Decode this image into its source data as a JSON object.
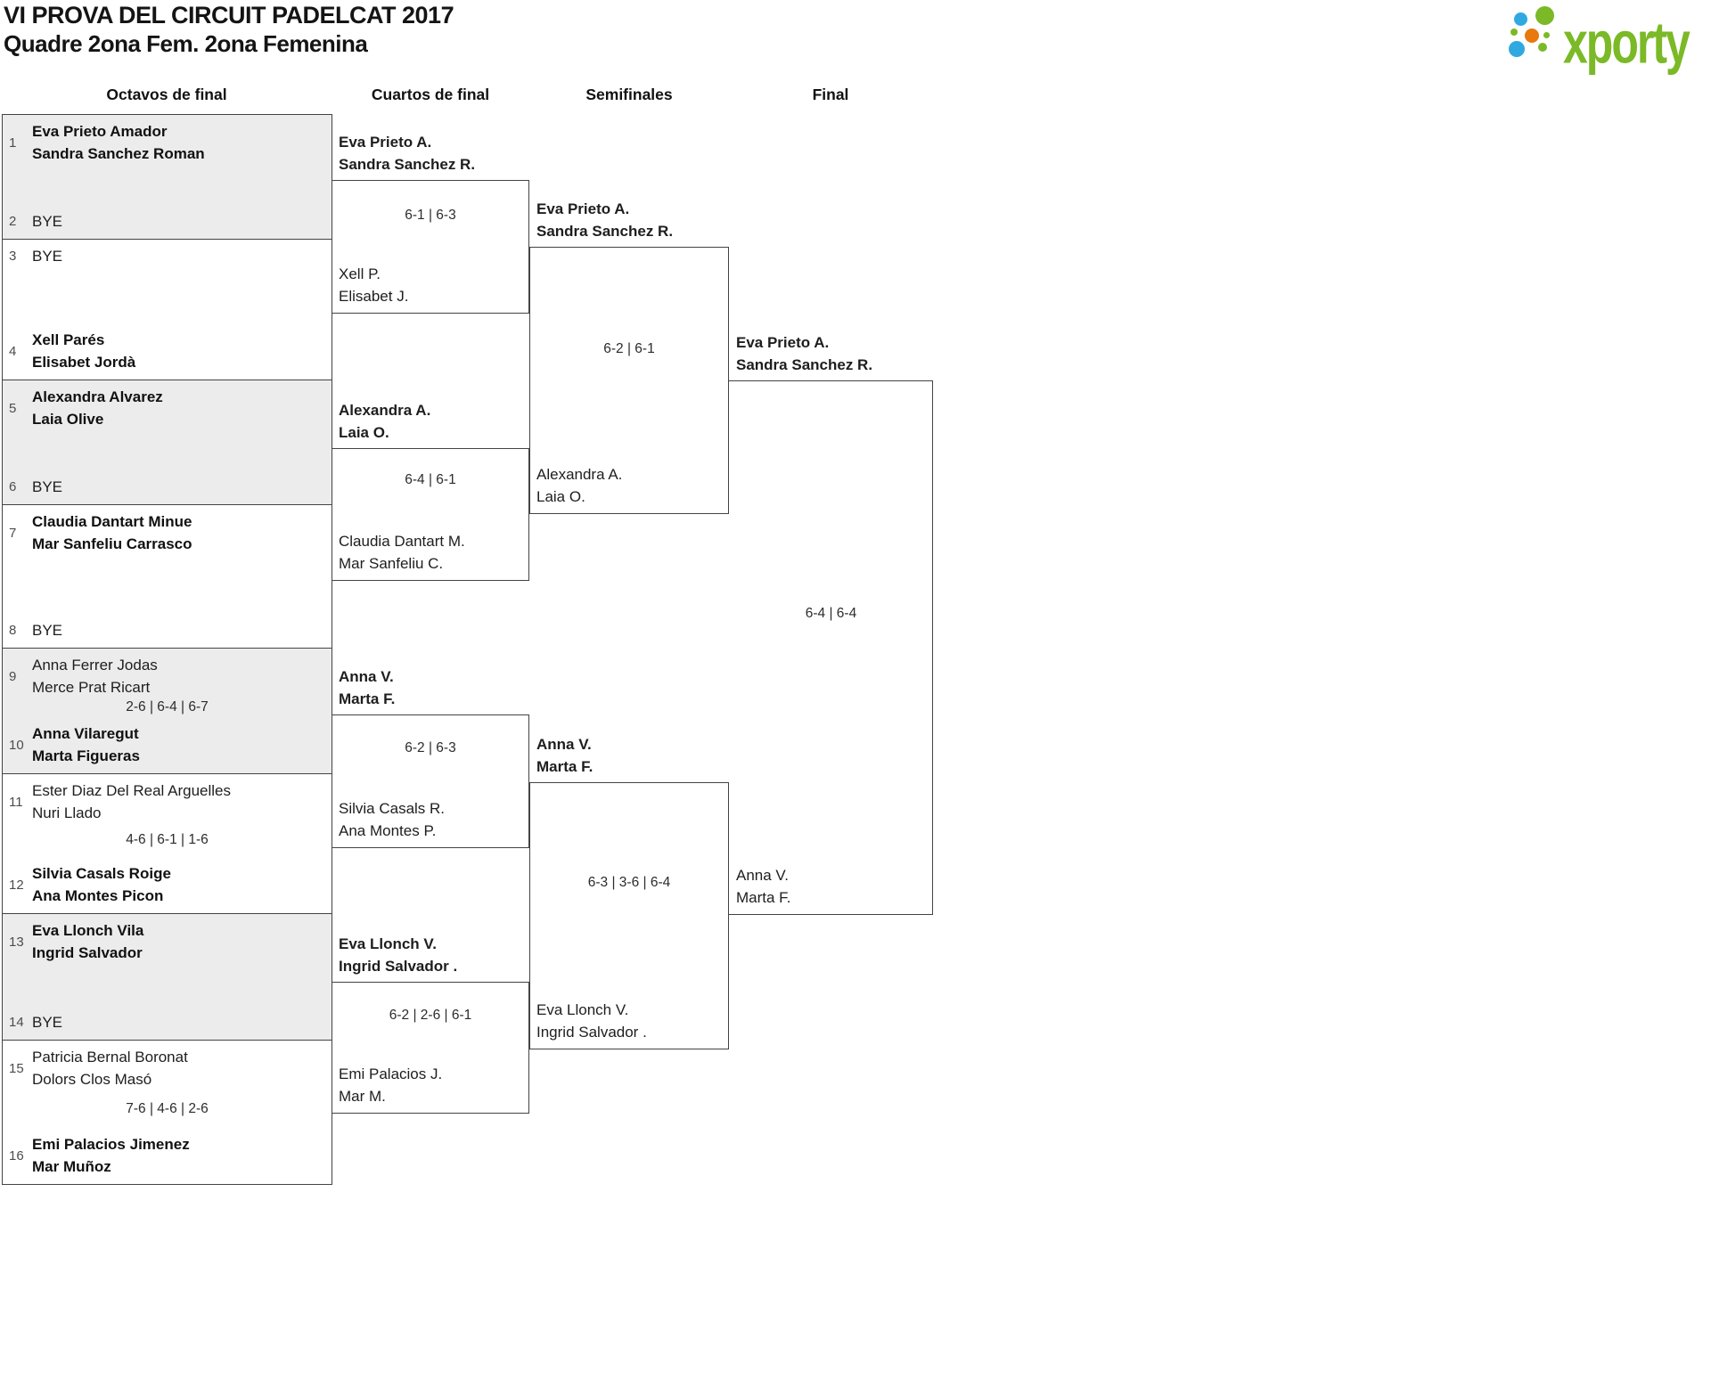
{
  "header": {
    "title": "VI PROVA DEL CIRCUIT PADELCAT 2017",
    "subtitle": "Quadre 2ona Fem. 2ona Femenina"
  },
  "logo": {
    "brand": "xporty",
    "colors": {
      "green": "#7bb927",
      "blue": "#30a9e0",
      "orange": "#e8790d"
    }
  },
  "rounds": {
    "r16": "Octavos de final",
    "qf": "Cuartos de final",
    "sf": "Semifinales",
    "final": "Final"
  },
  "octavos": {
    "entries": [
      {
        "seed": "1",
        "n1": "Eva Prieto Amador",
        "n2": "Sandra Sanchez Roman",
        "winner": true
      },
      {
        "seed": "2",
        "n1": "BYE"
      },
      {
        "seed": "3",
        "n1": "BYE"
      },
      {
        "seed": "4",
        "n1": "Xell Parés",
        "n2": "Elisabet Jordà",
        "winner": true
      },
      {
        "seed": "5",
        "n1": "Alexandra Alvarez",
        "n2": "Laia Olive",
        "winner": true
      },
      {
        "seed": "6",
        "n1": "BYE"
      },
      {
        "seed": "7",
        "n1": "Claudia Dantart Minue",
        "n2": "Mar Sanfeliu Carrasco",
        "winner": true
      },
      {
        "seed": "8",
        "n1": "BYE"
      },
      {
        "seed": "9",
        "n1": "Anna Ferrer Jodas",
        "n2": "Merce Prat Ricart",
        "winner": false
      },
      {
        "seed": "10",
        "n1": "Anna Vilaregut",
        "n2": "Marta Figueras",
        "winner": true
      },
      {
        "seed": "11",
        "n1": "Ester Diaz Del Real Arguelles",
        "n2": "Nuri Llado",
        "winner": false
      },
      {
        "seed": "12",
        "n1": "Silvia Casals Roige",
        "n2": "Ana Montes Picon",
        "winner": true
      },
      {
        "seed": "13",
        "n1": "Eva Llonch Vila",
        "n2": "Ingrid Salvador",
        "winner": true
      },
      {
        "seed": "14",
        "n1": "BYE"
      },
      {
        "seed": "15",
        "n1": "Patricia Bernal Boronat",
        "n2": "Dolors Clos Masó",
        "winner": false
      },
      {
        "seed": "16",
        "n1": "Emi Palacios Jimenez",
        "n2": "Mar Muñoz",
        "winner": true
      }
    ],
    "scores": {
      "m5": "2-6 | 6-4 | 6-7",
      "m6": "4-6 | 6-1 | 1-6",
      "m8": "7-6 | 4-6 | 2-6"
    }
  },
  "matches": {
    "qf1": {
      "w1": "Eva Prieto A.",
      "w2": "Sandra Sanchez R.",
      "score": "6-1 | 6-3",
      "l1": "Xell P.",
      "l2": "Elisabet J."
    },
    "qf2": {
      "w1": "Alexandra A.",
      "w2": "Laia O.",
      "score": "6-4 | 6-1",
      "l1": "Claudia Dantart M.",
      "l2": "Mar Sanfeliu C."
    },
    "qf3": {
      "w1": "Anna V.",
      "w2": "Marta F.",
      "score": "6-2 | 6-3",
      "l1": "Silvia Casals R.",
      "l2": "Ana Montes P."
    },
    "qf4": {
      "w1": "Eva Llonch V.",
      "w2": "Ingrid Salvador .",
      "score": "6-2 | 2-6 | 6-1",
      "l1": "Emi Palacios J.",
      "l2": "Mar M."
    },
    "sf1": {
      "w1": "Eva Prieto A.",
      "w2": "Sandra Sanchez R.",
      "score": "6-2 | 6-1",
      "l1": "Alexandra A.",
      "l2": "Laia O."
    },
    "sf2": {
      "w1": "Anna V.",
      "w2": "Marta F.",
      "score": "6-3 | 3-6 | 6-4",
      "l1": "Eva Llonch V.",
      "l2": "Ingrid Salvador ."
    },
    "final": {
      "w1": "Eva Prieto A.",
      "w2": "Sandra Sanchez R.",
      "score": "6-4 | 6-4",
      "l1": "Anna V.",
      "l2": "Marta F."
    }
  }
}
